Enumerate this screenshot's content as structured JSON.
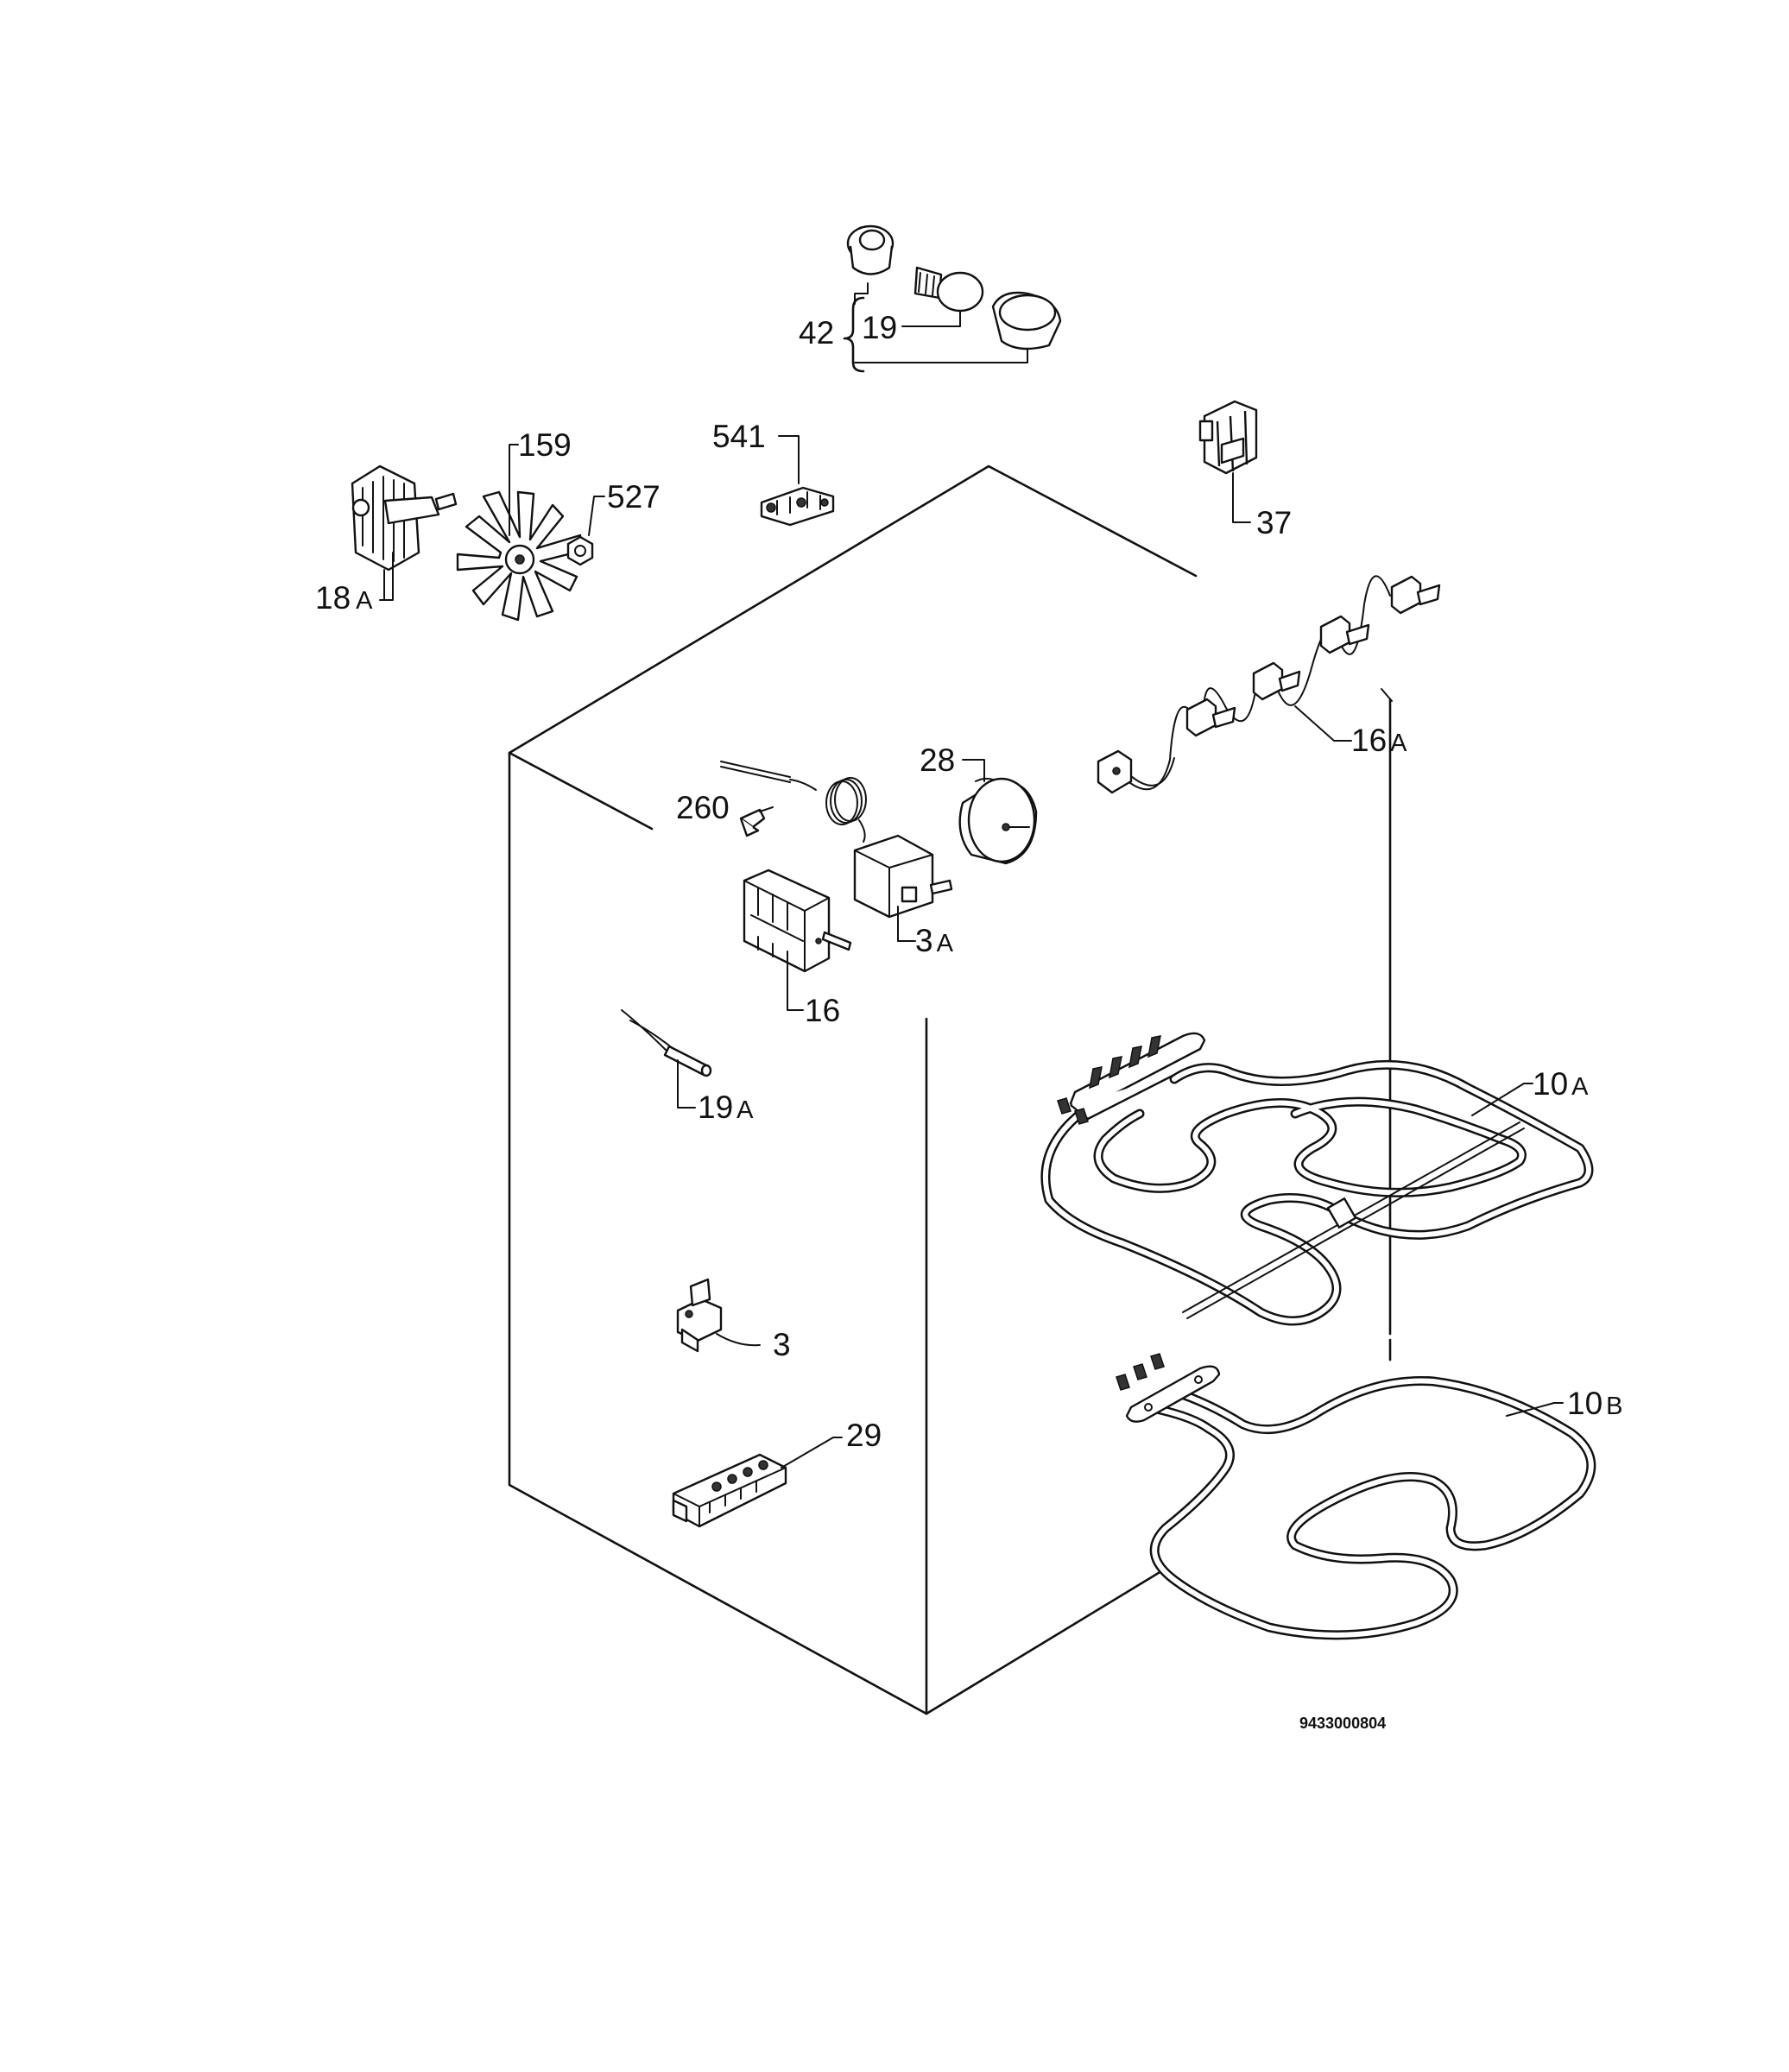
{
  "labels": {
    "l42": "42",
    "l19": "19",
    "l541": "541",
    "l159": "159",
    "l527": "527",
    "l18a_num": "18",
    "l18a_suf": "A",
    "l37": "37",
    "l16a_num": "16",
    "l16a_suf": "A",
    "l28": "28",
    "l260": "260",
    "l3a_num": "3",
    "l3a_suf": "A",
    "l16": "16",
    "l19a_num": "19",
    "l19a_suf": "A",
    "l10a_num": "10",
    "l10a_suf": "A",
    "l10b_num": "10",
    "l10b_suf": "B",
    "l3": "3",
    "l29": "29"
  },
  "drawing_code": "9433000804"
}
